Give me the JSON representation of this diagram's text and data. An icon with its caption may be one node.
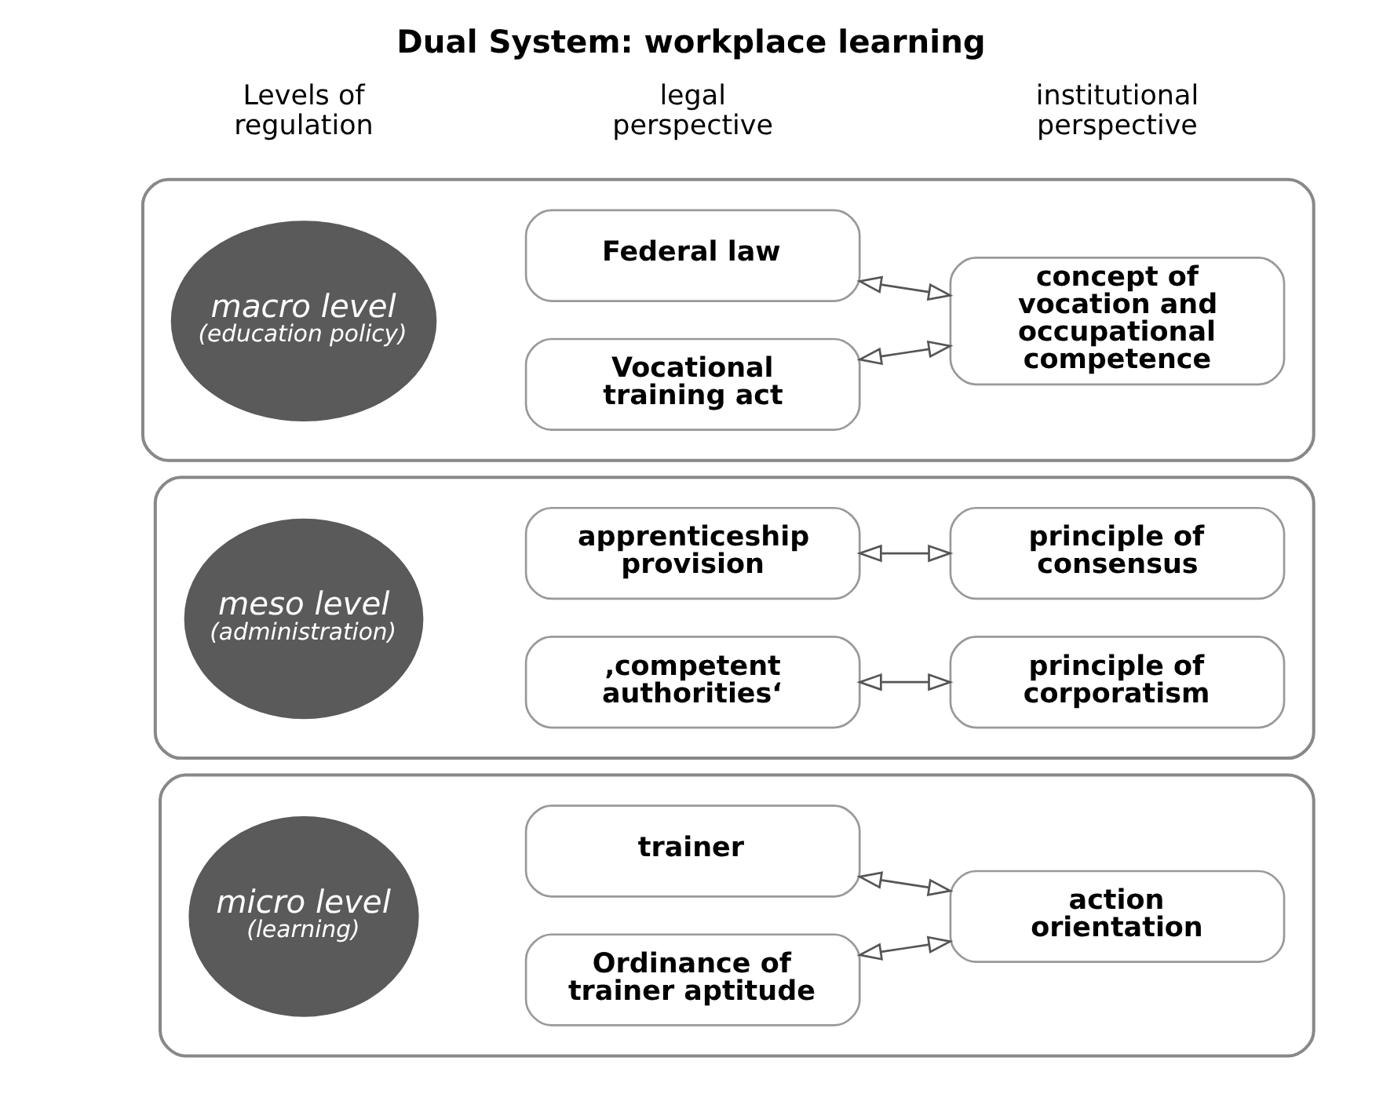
{
  "diagram": {
    "title": "Dual System: workplace learning",
    "nodes": [
      {
        "text": [],
        "shape": "box"
      },
      {
        "text": [
          "macro level",
          "(education policy)"
        ],
        "in": 0
      },
      {
        "text": [
          "Federal law"
        ],
        "in": 0
      },
      {
        "text": [
          "Vocational training act"
        ],
        "in": 0
      },
      {
        "text": [
          "concept of vocation and occupational competence"
        ],
        "in": 0
      },
      {
        "text": [],
        "shape": "box"
      },
      {
        "text": [
          "meso level",
          "(administration)"
        ],
        "in": 5
      },
      {
        "text": [
          "apprenticeship provision"
        ],
        "in": 5
      },
      {
        "text": [
          "‚competent authorities‘"
        ],
        "in": 5
      },
      {
        "text": [
          "principle of consensus"
        ],
        "in": 5
      },
      {
        "text": [
          "principle of corporatism"
        ],
        "in": 5
      },
      {
        "text": [],
        "shape": "box"
      },
      {
        "text": [
          "micro level",
          "(learning)"
        ],
        "in": 11
      },
      {
        "text": [
          "trainer"
        ],
        "in": 11
      },
      {
        "text": [
          "Ordinance of trainer aptitude"
        ],
        "in": 11
      },
      {
        "text": [
          "action orientation"
        ],
        "in": 11
      }
    ],
    "edges": [
      {
        "from": 2,
        "to": 4,
        "arrow": "both"
      },
      {
        "from": 3,
        "to": 4,
        "arrow": "both"
      },
      {
        "from": 7,
        "to": 9,
        "arrow": "both"
      },
      {
        "from": 8,
        "to": 10,
        "arrow": "both"
      },
      {
        "from": 13,
        "to": 15,
        "arrow": "both"
      },
      {
        "from": 14,
        "to": 15,
        "arrow": "both"
      }
    ],
    "labels": [
      "Levels of regulation",
      "legal perspective",
      "institutional perspective"
    ]
  }
}
